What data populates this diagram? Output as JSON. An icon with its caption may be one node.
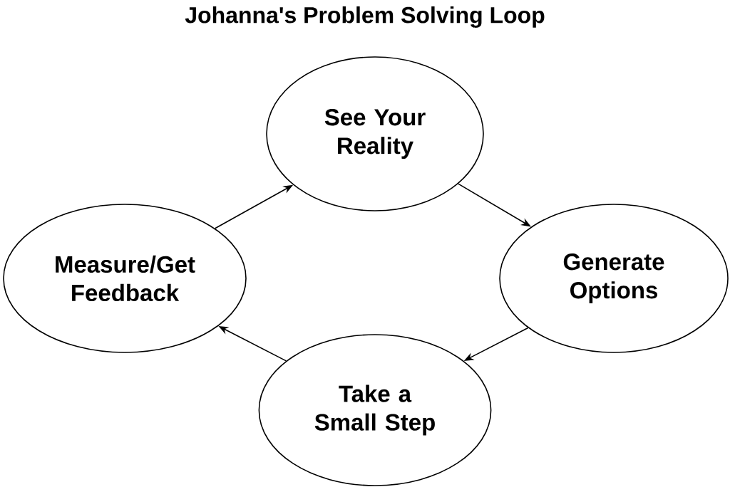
{
  "diagram": {
    "title": "Johanna's Problem Solving Loop",
    "nodes": [
      {
        "text": [
          "See Your Reality"
        ]
      },
      {
        "text": [
          "Measure/Get Feedback"
        ]
      },
      {
        "text": [
          "Generate Options"
        ]
      },
      {
        "text": [
          "Take a Small Step"
        ]
      }
    ],
    "edges": [
      {
        "from": 1,
        "to": 0,
        "arrow": "to"
      },
      {
        "from": 0,
        "to": 2,
        "arrow": "to"
      },
      {
        "from": 2,
        "to": 3,
        "arrow": "to"
      },
      {
        "from": 3,
        "to": 1,
        "arrow": "to"
      }
    ]
  }
}
